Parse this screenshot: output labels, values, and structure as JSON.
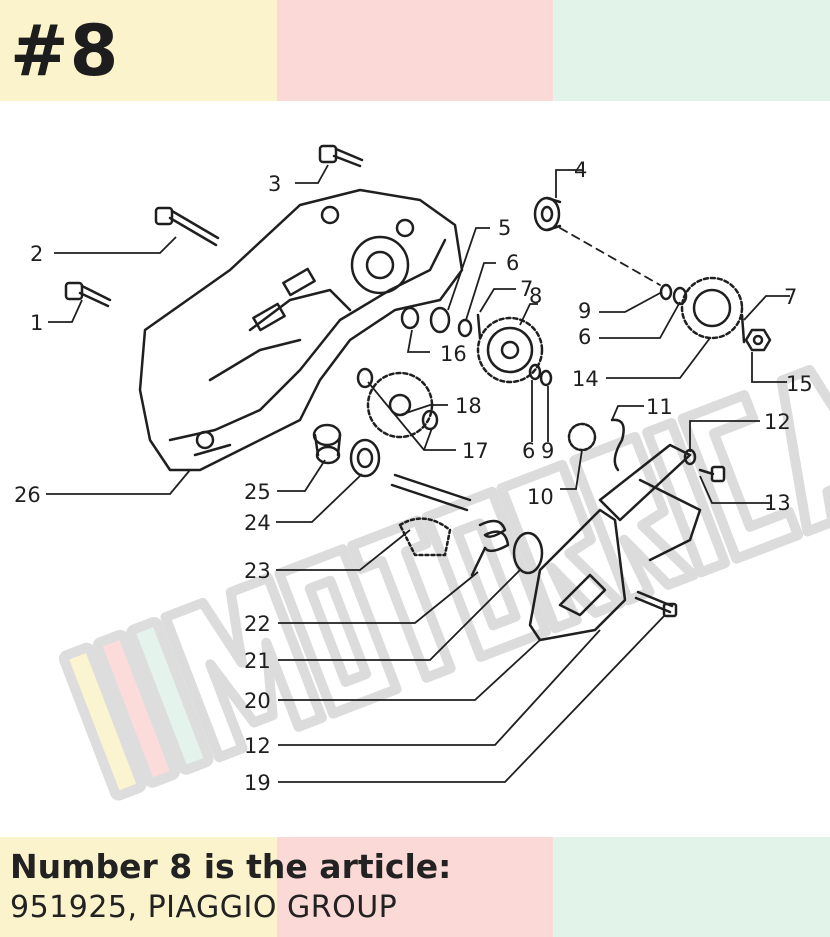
{
  "badge": "#8",
  "colors": {
    "yellow": "#fbf3cc",
    "pink": "#fbd9d6",
    "mint": "#e2f3ea",
    "ink": "#1f1f1f"
  },
  "watermark": "MOTORRICAMBI",
  "callouts": [
    "1",
    "2",
    "3",
    "4",
    "5",
    "6",
    "7",
    "8",
    "9",
    "6",
    "7",
    "16",
    "14",
    "15",
    "18",
    "17",
    "6",
    "9",
    "11",
    "12",
    "26",
    "25",
    "10",
    "13",
    "24",
    "23",
    "22",
    "21",
    "20",
    "12",
    "19"
  ],
  "caption": {
    "line1": "Number 8 is the article:",
    "line2": "951925, PIAGGIO GROUP"
  }
}
